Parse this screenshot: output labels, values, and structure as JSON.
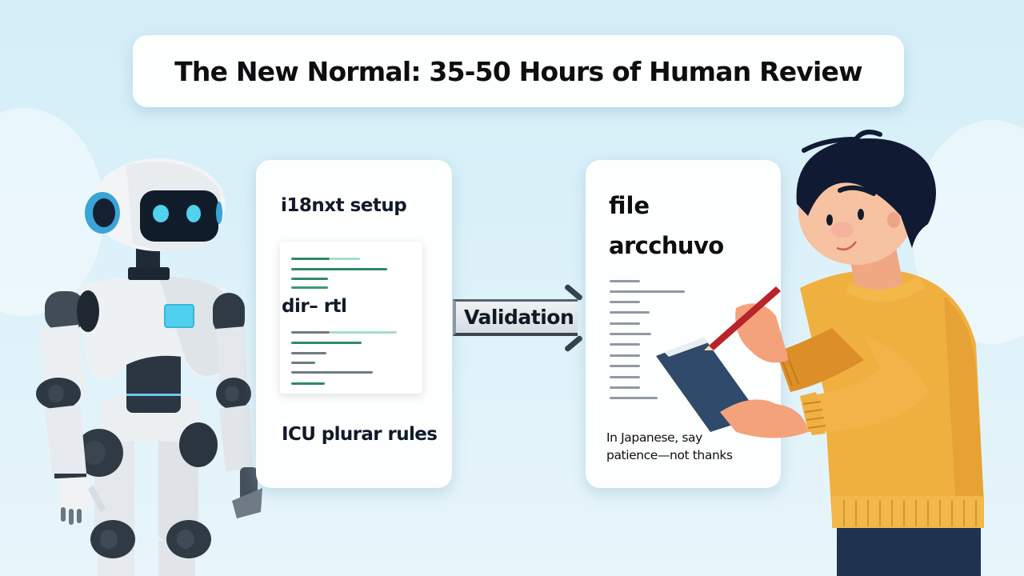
{
  "title": "The New Normal: 35-50 Hours of Human Review",
  "left_card": {
    "heading_top": "i18nxt setup",
    "heading_middle": "dir– rtl",
    "heading_bottom": "ICU plurar rules",
    "code_lines_upper": [
      {
        "segments": [
          {
            "w": 48,
            "color": "#2f8a64"
          },
          {
            "w": 38,
            "color": "#a6ddc9"
          }
        ]
      },
      {
        "segments": [
          {
            "w": 120,
            "color": "#2f8a64"
          }
        ]
      },
      {
        "segments": [
          {
            "w": 46,
            "color": "#2f8a64"
          }
        ]
      },
      {
        "segments": [
          {
            "w": 46,
            "color": "#3d9a73"
          }
        ]
      }
    ],
    "code_lines_lower": [
      {
        "segments": [
          {
            "w": 48,
            "color": "#6e7b85"
          },
          {
            "w": 84,
            "color": "#a6ddc9"
          }
        ]
      },
      {
        "segments": [
          {
            "w": 88,
            "color": "#2f8a64"
          }
        ]
      },
      {
        "segments": [
          {
            "w": 44,
            "color": "#6e7b85"
          }
        ]
      },
      {
        "segments": [
          {
            "w": 30,
            "color": "#6e7b85"
          }
        ]
      },
      {
        "segments": [
          {
            "w": 102,
            "color": "#6e7b85"
          }
        ]
      },
      {
        "segments": [
          {
            "w": 42,
            "color": "#2f8a64"
          }
        ]
      }
    ]
  },
  "arrow": {
    "label": "Validation"
  },
  "right_card": {
    "heading_line1": "file",
    "heading_line2": "arcchuvo",
    "doc_line_widths": [
      38,
      94,
      38,
      50,
      38,
      52,
      38,
      38,
      38,
      38,
      38,
      60
    ],
    "note_line1": "In Japanese, say",
    "note_line2": "patience—not thanks"
  },
  "illustrations": {
    "robot": "robot-illustration",
    "person": "person-reviewing-illustration"
  },
  "colors": {
    "background": "#d6eff8",
    "card": "#fdfefe",
    "code_green": "#2f8a64",
    "code_mint": "#a6ddc9",
    "sweater": "#f0b040",
    "robot_accent": "#3ab0de",
    "hair": "#101a33"
  }
}
